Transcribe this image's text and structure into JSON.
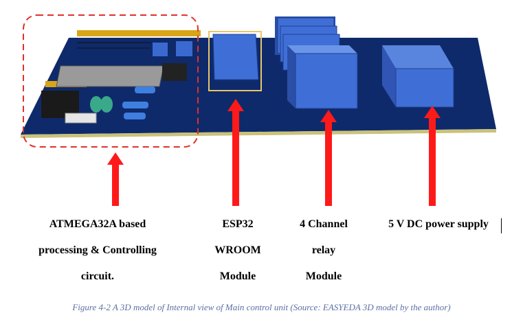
{
  "colors": {
    "board": "#0f2a6b",
    "board_edge": "#c9c27a",
    "module_blue": "#3f6fd6",
    "module_light": "#6a95e8",
    "module_dark": "#2b4fa8",
    "arrow": "#ff1a1a",
    "dashed_box": "#e0302a",
    "caption": "#5a6fa3"
  },
  "labels": {
    "atmega": [
      "ATMEGA32A based",
      "processing & Controlling",
      "circuit."
    ],
    "esp32": [
      "ESP32",
      "WROOM",
      "Module"
    ],
    "relay": [
      "4 Channel",
      "relay",
      "Module"
    ],
    "power": [
      "5 V DC power supply"
    ]
  },
  "caption": "Figure 4-2 A 3D model of Internal view of Main control unit (Source: EASYEDA 3D model by the author)"
}
